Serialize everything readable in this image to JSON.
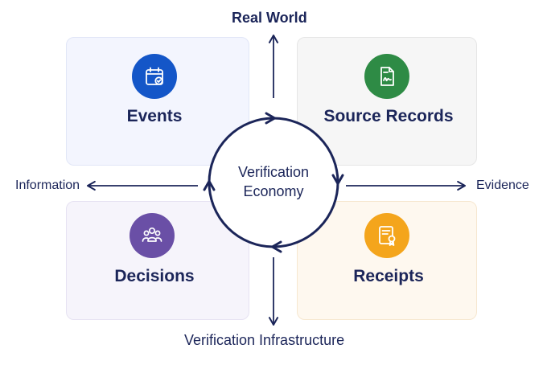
{
  "axes": {
    "top": "Real World",
    "bottom": "Verification Infrastructure",
    "left": "Information",
    "right": "Evidence"
  },
  "center": {
    "line1": "Verification",
    "line2": "Economy"
  },
  "quadrants": {
    "top_left": {
      "label": "Events",
      "icon": "calendar-check-icon",
      "color": "#1456c8"
    },
    "top_right": {
      "label": "Source Records",
      "icon": "document-signature-icon",
      "color": "#2e8b45"
    },
    "bottom_left": {
      "label": "Decisions",
      "icon": "people-group-icon",
      "color": "#6a4fa6"
    },
    "bottom_right": {
      "label": "Receipts",
      "icon": "certificate-icon",
      "color": "#f4a51c"
    }
  }
}
